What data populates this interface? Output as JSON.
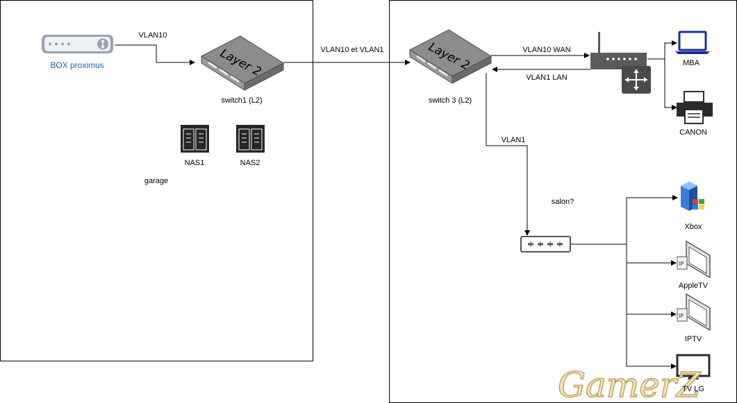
{
  "zones": {
    "left": "garage",
    "right": "salon?"
  },
  "devices": {
    "box": "BOX proximus",
    "switch1": "switch1 (L2)",
    "switch1_face": "Layer 2",
    "nas1": "NAS1",
    "nas2": "NAS2",
    "switch3": "switch 3 (L2)",
    "switch3_face": "Layer 2",
    "mba": "MBA",
    "canon": "CANON",
    "xbox": "Xbox",
    "appletv": "AppleTV",
    "iptv": "IPTV",
    "tvlg": "TV LG"
  },
  "links": {
    "box_to_switch1": "VLAN10",
    "switch1_to_switch3": "VLAN10 et VLAN1",
    "switch3_to_router": "VLAN10 WAN",
    "router_to_switch3": "VLAN1 LAN",
    "switch3_to_hub": "VLAN1"
  },
  "watermark": "GamerZ",
  "colors": {
    "box_blue": "#1565c0",
    "device_gray": "#5a5a5a",
    "watermark_fill": "#f3e7c7"
  }
}
